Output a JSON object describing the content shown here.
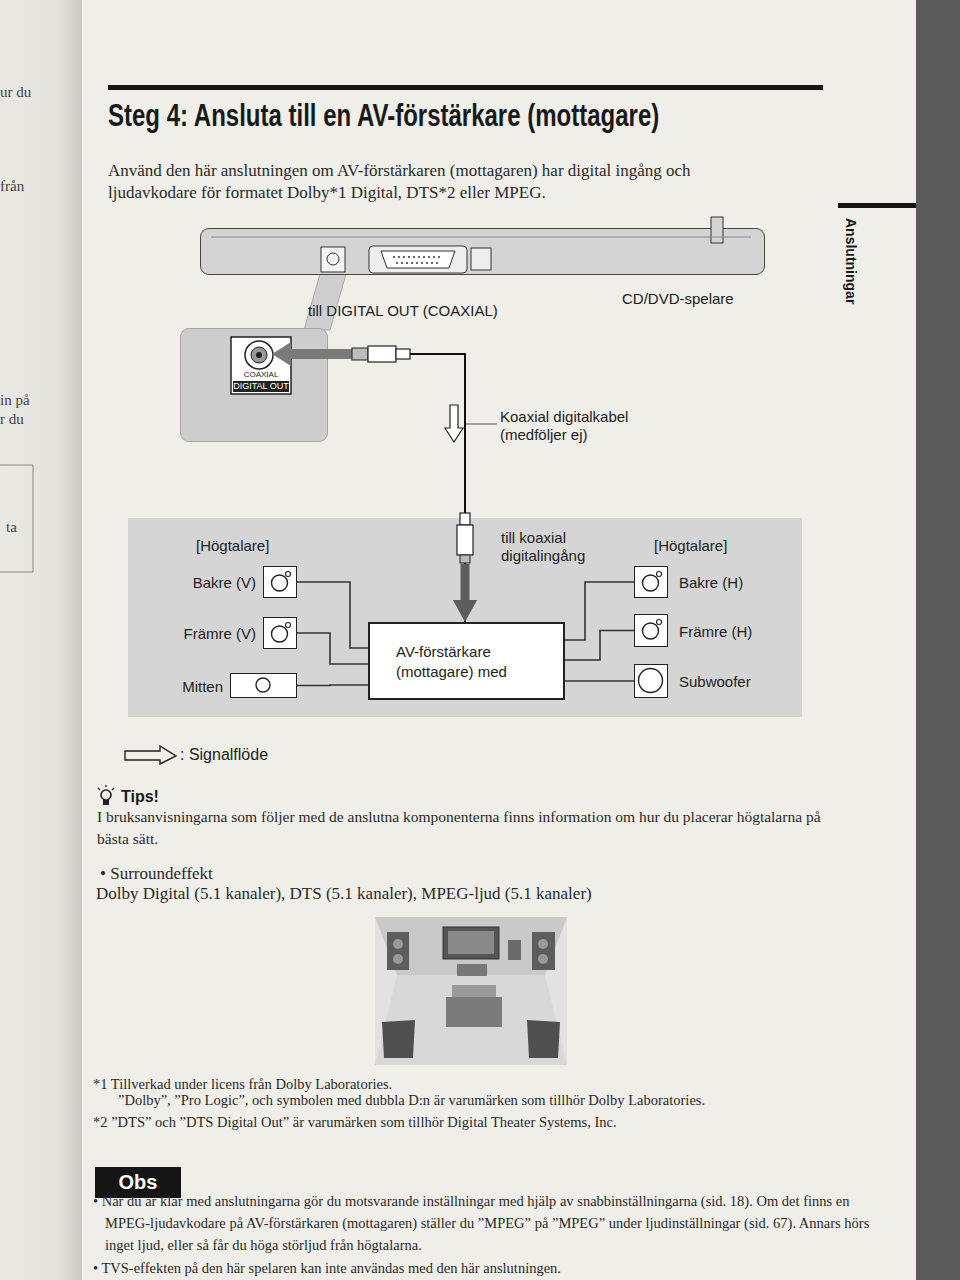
{
  "diagram": {
    "title": "Steg 4: Ansluta till en AV-förstärkare (mottagare)",
    "nodes": [
      {
        "text": [
          "CD/DVD-spelare"
        ]
      },
      {
        "text": [
          "COAXIAL",
          "DIGITAL OUT"
        ]
      },
      {
        "text": [
          "[Högtalare]",
          "[Högtalare]"
        ]
      },
      {
        "text": [
          "AV-förstärkare (mottagare) med"
        ],
        "in": 2
      },
      {
        "text": [
          "Bakre (V)"
        ],
        "in": 2
      },
      {
        "text": [
          "Främre (V)"
        ],
        "in": 2
      },
      {
        "text": [
          "Mitten"
        ],
        "in": 2
      },
      {
        "text": [
          "Bakre (H)"
        ],
        "in": 2
      },
      {
        "text": [
          "Främre (H)"
        ],
        "in": 2
      },
      {
        "text": [
          "Subwoofer"
        ],
        "in": 2
      }
    ],
    "edges": [
      {
        "from": 1,
        "to": 3,
        "arrow": "to",
        "label": "Koaxial digitalkabel (medföljer ej)"
      },
      {
        "from": 3,
        "to": 4,
        "arrow": "none"
      },
      {
        "from": 3,
        "to": 5,
        "arrow": "none"
      },
      {
        "from": 3,
        "to": 6,
        "arrow": "none"
      },
      {
        "from": 3,
        "to": 7,
        "arrow": "none"
      },
      {
        "from": 3,
        "to": 8,
        "arrow": "none"
      },
      {
        "from": 3,
        "to": 9,
        "arrow": "none"
      }
    ],
    "labels": [
      "ur du",
      "från",
      "in på",
      "r du",
      "ta",
      "Använd den här anslutningen om AV-förstärkaren (mottagaren) har digital ingång och ljudavkodare för formatet Dolby*1 Digital, DTS*2 eller MPEG.",
      "Anslutningar",
      "till DIGITAL OUT (COAXIAL)",
      "till koaxial digitalingång",
      "Tips!",
      "I bruksanvisningarna som följer med de anslutna komponenterna finns information om hur du placerar högtalarna på bästa sätt.",
      "• Surroundeffekt",
      "Dolby Digital (5.1 kanaler), DTS (5.1 kanaler), MPEG-ljud (5.1 kanaler)",
      "*1 Tillverkad under licens från Dolby Laboratories.",
      "”Dolby”, ”Pro Logic”, och symbolen med dubbla D:n är varumärken som tillhör Dolby Laboratories.",
      "*2 ”DTS” och ”DTS Digital Out” är varumärken som tillhör Digital Theater Systems, Inc.",
      "Obs",
      "• När du är klar med anslutningarna gör du motsvarande inställningar med hjälp av snabbinställningarna (sid. 18). Om det finns en MPEG-ljudavkodare på AV-förstärkaren (mottagaren) ställer du ”MPEG” på ”MPEG” under ljudinställningar (sid. 67). Annars hörs inget ljud, eller så får du höga störljud från högtalarna.",
      "• TVS-effekten på den här spelaren kan inte användas med den här anslutningen."
    ],
    "legend": [
      {
        "text": ": Signalflöde"
      }
    ]
  }
}
